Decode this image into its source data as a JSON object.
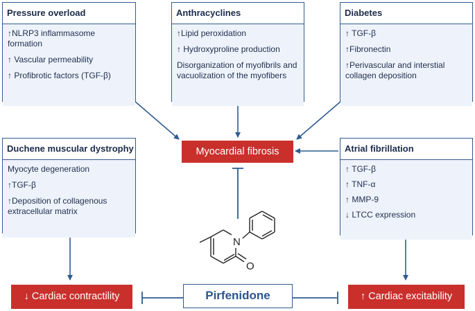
{
  "boxes": {
    "pressure": {
      "title": "Pressure overload",
      "items": [
        "↑NLRP3 inflammasome formation",
        "↑ Vascular permeability",
        "↑ Profibrotic factors (TGF-β)"
      ]
    },
    "anthracyclines": {
      "title": "Anthracyclines",
      "items": [
        "↑Lipid peroxidation",
        "↑ Hydroxyproline production",
        "Disorganization of myofibrils and vacuolization of the myofibers"
      ]
    },
    "diabetes": {
      "title": "Diabetes",
      "items": [
        "↑ TGF-β",
        "↑Fibronectin",
        "↑Perivascular and interstial collagen deposition"
      ]
    },
    "duchene": {
      "title": "Duchene muscular dystrophy",
      "items": [
        "Myocyte degeneration",
        "↑TGF-β",
        "↑Deposition of collagenous extracellular matrix"
      ]
    },
    "afib": {
      "title": "Atrial fibrillation",
      "items": [
        "↑ TGF-β",
        "↑ TNF-α",
        "↑ MMP-9",
        "↓ LTCC expression"
      ]
    }
  },
  "outcomes": {
    "fibrosis": "Myocardial fibrosis",
    "contractility": "↓ Cardiac contractility",
    "excitability": "↑ Cardiac excitability"
  },
  "drug": {
    "name": "Pirfenidone",
    "atom_n": "N",
    "atom_o": "O"
  },
  "colors": {
    "outcome_red": "#c9302c",
    "border_blue": "#2f5b8f",
    "body_fill": "#eef3fb",
    "drug_text": "#2a5590"
  }
}
